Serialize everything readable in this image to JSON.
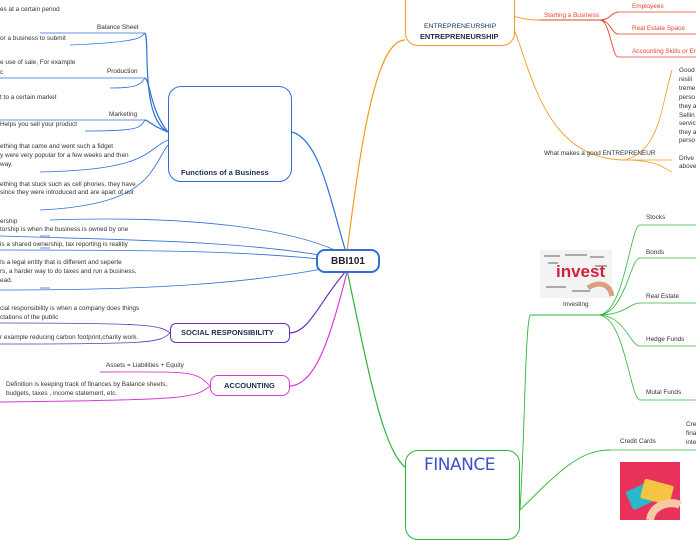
{
  "center": {
    "title": "BBI101"
  },
  "functions": {
    "title": "Functions of a Business",
    "items": [
      {
        "label": "Balance Sheet",
        "note": "es at a certain period",
        "note2": "or a business to submit"
      },
      {
        "label": "Production",
        "note": "e use of sale, For example",
        "note2": "c"
      },
      {
        "label": "Marketing",
        "note": "t to a certain market",
        "note2": "Helps you sell your product"
      }
    ],
    "fad_note": [
      "ething that came and went such a fidget",
      "y were very popular for a few weeks and then",
      "way."
    ],
    "trend_note": [
      "ething that stuck such as cell phones, they have",
      "since they were introduced and are apart of our"
    ],
    "ownership": [
      "ership",
      "torship is when the business is owned by one",
      "is a shared ownership, tax reporting is realitiy",
      "Is a legal entity that is different and seperte",
      "rs, a harder way to do taxes and run a business,",
      "ead."
    ]
  },
  "social": {
    "title": "SOCIAL RESPONSIBILITY",
    "note": [
      "cial responsibility is when a company does things",
      "ctations of the public"
    ],
    "example": "r example reducing carbon footprint,charity work."
  },
  "accounting": {
    "title": "ACCOUNTING",
    "equation": "Assets = Liabilities + Equity",
    "definition": [
      "Definition is keeping track of finances by Balance sheets,",
      "budgets, taxes , income statement, etc."
    ]
  },
  "entrepreneurship": {
    "image_text": "ENTREPRENEURSHIP",
    "title": "ENTREPRENEURSHIP",
    "starting": "Starting a Business",
    "starting_items": [
      "Employees",
      "Real Estate Space",
      "Accounting Skills or Em"
    ],
    "good": "What makes a good ENTREPRENEUR",
    "good_notes": [
      "Good",
      "resili",
      "treme",
      "perso",
      "they a",
      "Sellin",
      "servic",
      "they a",
      "perso"
    ],
    "drive": [
      "Drive",
      "above"
    ]
  },
  "finance": {
    "image_text": "FINANCE",
    "investing": "Investing",
    "invest_word": "invest",
    "investing_items": [
      "Stocks",
      "Bonds",
      "Real Estate",
      "Hedge Funds",
      "Mutal Funds"
    ],
    "credit": "Credit Cards",
    "credit_notes": [
      "Cre",
      "fina",
      "inte"
    ]
  },
  "colors": {
    "center": "#2f6fd8",
    "functions": "#2f6fd8",
    "social": "#6a2fc0",
    "accounting": "#d63ad6",
    "entrepreneurship": "#f39a1f",
    "starting": "#e6452a",
    "finance": "#2fb43a"
  }
}
